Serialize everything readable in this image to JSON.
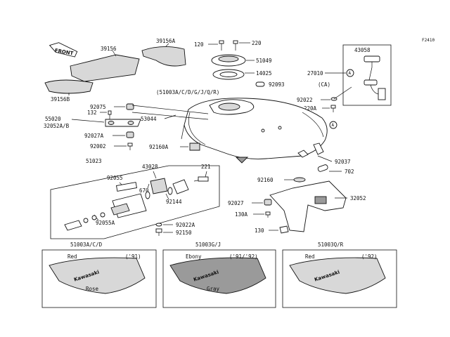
{
  "diagram": {
    "ref_code": "F2410",
    "front_label": "FRONT",
    "variant_note": "(51003A/C/D/G/J/Q/R)",
    "parts": {
      "p39156": "39156",
      "p39156A": "39156A",
      "p39156B": "39156B",
      "p120": "120",
      "p220": "220",
      "p51049": "51049",
      "p14025": "14025",
      "p92093": "92093",
      "p_ca": "(CA)",
      "p43058": "43058",
      "p27010": "27010",
      "p_a1": "A",
      "p92022": "92022",
      "p220A": "220A",
      "p_a2": "A",
      "p92075": "92075",
      "p132": "132",
      "p55020": "55020",
      "p32052AB": "32052A/B",
      "p92027A": "92027A",
      "p92002": "92002",
      "p53044": "53044",
      "p92160A": "92160A",
      "p92037": "92037",
      "p702": "702",
      "p92160": "92160",
      "p32052": "32052",
      "p92027": "92027",
      "p130A": "130A",
      "p130": "130",
      "p51023": "51023",
      "p92055": "92055",
      "p43028": "43028",
      "p221": "221",
      "p670": "670",
      "p92144": "92144",
      "p92055A": "92055A",
      "p92022A": "92022A",
      "p92150": "92150"
    },
    "panels": [
      {
        "code": "51003A/C/D",
        "top_color": "Red",
        "year": "('91)",
        "bottom_color": "Rose",
        "brand": "Kawasaki"
      },
      {
        "code": "51003G/J",
        "top_color": "Ebony",
        "year": "('91/'92)",
        "bottom_color": "Gray",
        "brand": "Kawasaki"
      },
      {
        "code": "51003Q/R",
        "top_color": "Red",
        "year": "('92)",
        "bottom_color": "",
        "brand": "Kawasaki"
      }
    ]
  }
}
